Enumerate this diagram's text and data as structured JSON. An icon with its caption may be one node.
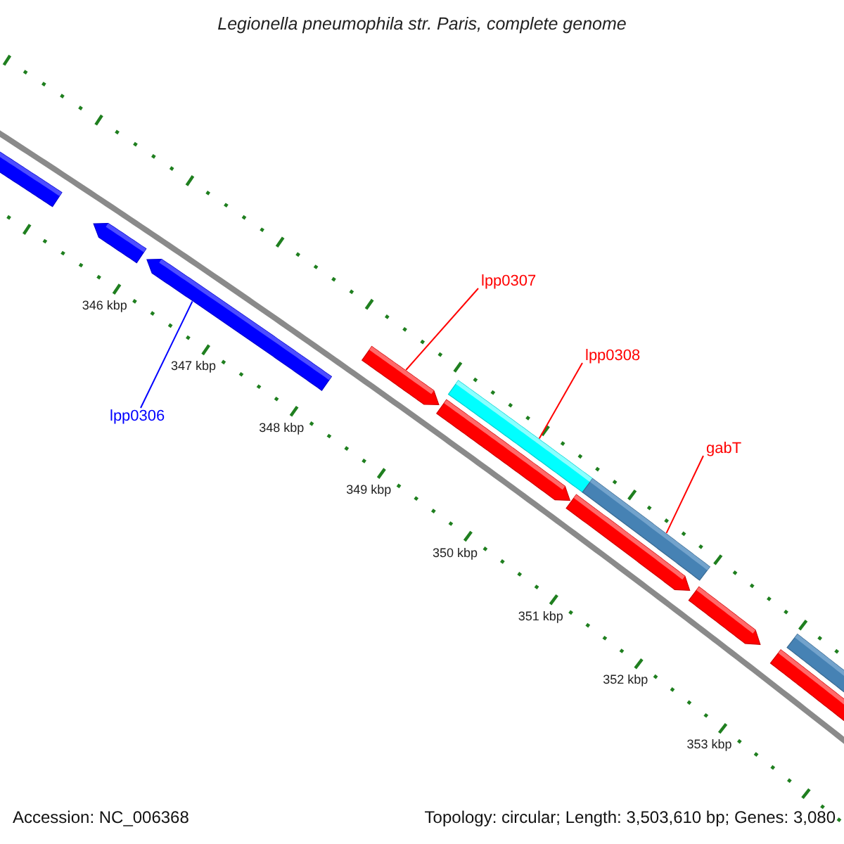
{
  "diagram": {
    "title": "Legionella pneumophila str. Paris, complete genome",
    "nodes": [
      {
        "text": [
          "lpp0307"
        ]
      },
      {
        "text": [
          "lpp0308"
        ]
      },
      {
        "text": [
          "gabT"
        ]
      },
      {
        "text": [
          "lpp0306"
        ]
      },
      {
        "text": [],
        "shape": "bar"
      },
      {
        "text": [],
        "shape": "bar"
      },
      {
        "text": [],
        "shape": "bar"
      },
      {
        "text": [],
        "shape": "bar"
      },
      {
        "text": [],
        "shape": "bar"
      },
      {
        "text": [],
        "shape": "bar"
      },
      {
        "text": [],
        "shape": "bar"
      },
      {
        "text": [],
        "shape": "bar"
      },
      {
        "text": [],
        "shape": "bar"
      },
      {
        "text": [],
        "shape": "bar"
      },
      {
        "text": [],
        "shape": "bar"
      }
    ],
    "edges": [
      {
        "from": 0,
        "to": 7,
        "arrow": "none"
      },
      {
        "from": 1,
        "to": 9,
        "arrow": "none"
      },
      {
        "from": 2,
        "to": 11,
        "arrow": "none"
      },
      {
        "from": 3,
        "to": 6,
        "arrow": "none",
        "color": "#0000ff"
      }
    ],
    "labels": [
      "346 kbp",
      "347 kbp",
      "348 kbp",
      "349 kbp",
      "350 kbp",
      "351 kbp",
      "352 kbp",
      "353 kbp",
      "Accession: NC_006368",
      "Topology: circular; Length: 3,503,610 bp; Genes: 3,080"
    ]
  }
}
